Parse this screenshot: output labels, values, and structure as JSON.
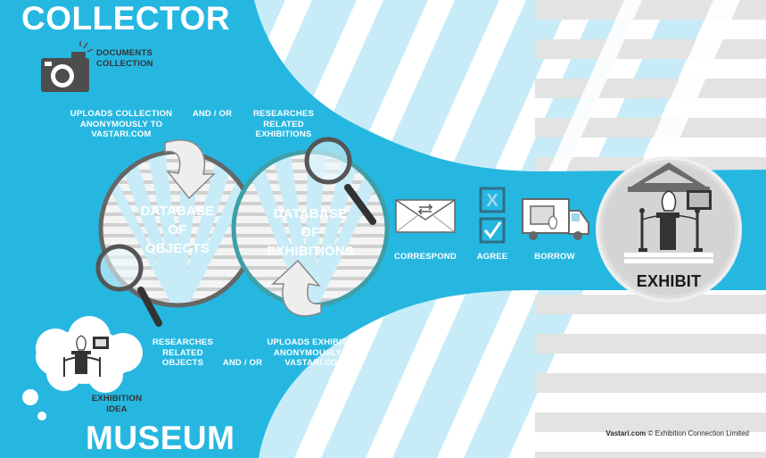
{
  "colors": {
    "accent": "#26b7e1",
    "stripe_blue": "#c7ecf8",
    "stripe_grey": "#e3e3e3",
    "dark_grey": "#555555"
  },
  "titles": {
    "collector": "COLLECTOR",
    "museum": "MUSEUM"
  },
  "labels": {
    "documents_collection": "DOCUMENTS\nCOLLECTION",
    "uploads_collection": "UPLOADS COLLECTION\nANONYMOUSLY TO\nVASTARI.COM",
    "and_or_top": "AND / OR",
    "researches_exhibitions": "RESEARCHES\nRELATED\nEXHIBITIONS",
    "database_objects": "DATABASE\nOF\nOBJECTS",
    "database_exhibitions": "DATABASE\nOF\nEXHIBITIONS",
    "researches_objects": "RESEARCHES\nRELATED\nOBJECTS",
    "and_or_bottom": "AND / OR",
    "uploads_exhibition": "UPLOADS EXHIBITION\nANONYMOUSLY TO\nVASTARI.COM",
    "exhibition_idea": "EXHIBITION\nIDEA",
    "correspond": "CORRESPOND",
    "agree": "AGREE",
    "borrow": "BORROW",
    "exhibit": "EXHIBIT"
  },
  "credit": {
    "brand": "Vastari.com",
    "rest": " © Exhibition Connection Limited"
  },
  "icons": [
    "camera-icon",
    "magnifier-icon",
    "envelope-icon",
    "x-box-icon",
    "checkbox-icon",
    "truck-icon",
    "museum-building-icon",
    "thought-cloud-icon",
    "arrow-icon"
  ]
}
